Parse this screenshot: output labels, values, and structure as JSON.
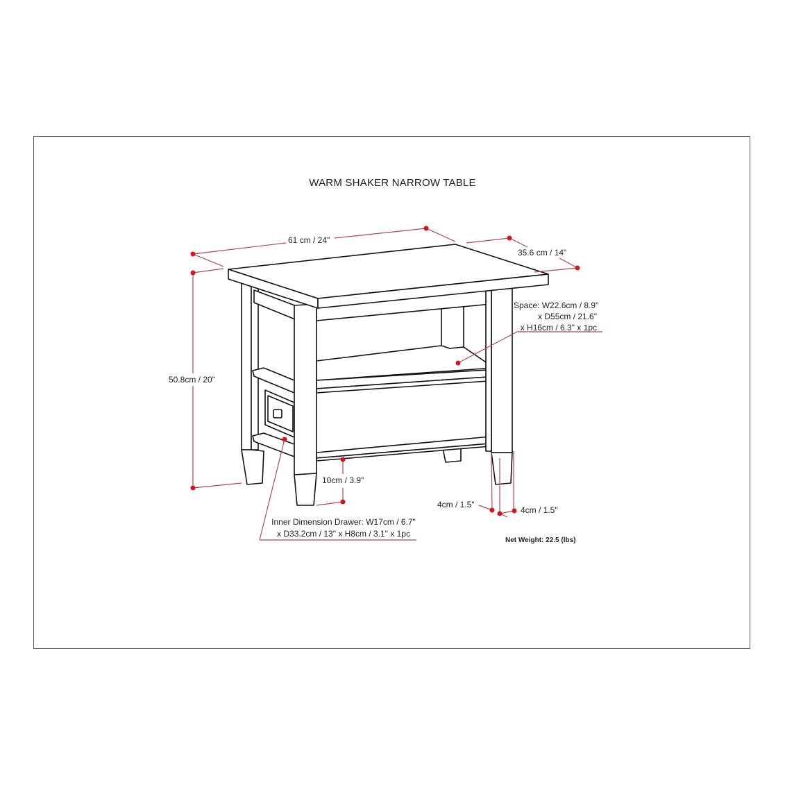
{
  "title": "WARM SHAKER NARROW TABLE",
  "dimensions": {
    "width": "61 cm / 24\"",
    "depth": "35.6 cm / 14\"",
    "height": "50.8cm / 20\"",
    "clearance": "10cm / 3.9\"",
    "leg_left": "4cm / 1.5\"",
    "leg_right": "4cm / 1.5\""
  },
  "shelf_space": {
    "line1": "Space: W22.6cm / 8.9\"",
    "line2": "x D55cm / 21.6\"",
    "line3": "x H16cm / 6.3\" x 1pc"
  },
  "drawer_inner": {
    "line1": "Inner Dimension Drawer: W17cm / 6.7\"",
    "line2": "x D33.2cm / 13\" x H8cm / 3.1\" x 1pc"
  },
  "net_weight": "Net Weight:  22.5 (lbs)",
  "colors": {
    "dimension_line": "#b5484c",
    "dimension_dot": "#d0161f",
    "outline": "#111111",
    "frame": "#555555"
  }
}
